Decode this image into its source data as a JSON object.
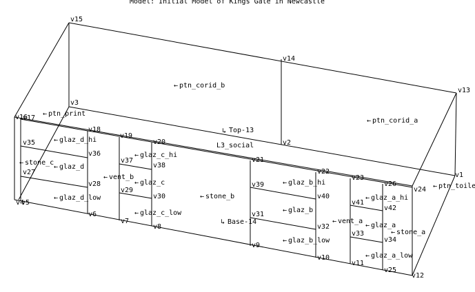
{
  "title": "Model: Initial Model of Kings Gate in Newcastle",
  "vertices": [
    "v1",
    "v2",
    "v3",
    "v4",
    "v5",
    "v6",
    "v7",
    "v8",
    "v9",
    "v10",
    "v11",
    "v12",
    "v13",
    "v14",
    "v15",
    "v16",
    "v17",
    "v18",
    "v19",
    "v20",
    "v21",
    "v22",
    "v23",
    "v24",
    "v25",
    "v26",
    "v27",
    "v28",
    "v29",
    "v30",
    "v31",
    "v32",
    "v33",
    "v34",
    "v35",
    "v36",
    "v37",
    "v38",
    "v39",
    "v40",
    "v41",
    "v42"
  ],
  "zones": [
    "Top-13",
    "L3_social",
    "Base-14"
  ],
  "surfaces": [
    "ptn_corid_b",
    "ptn_print",
    "ptn_corid_a",
    "ptn_toile",
    "glaz_d_hi",
    "stone_c",
    "glaz_d",
    "vent_b",
    "glaz_d_low",
    "glaz_c_hi",
    "glaz_c",
    "glaz_c_low",
    "stone_b",
    "glaz_b_hi",
    "glaz_b",
    "glaz_b_low",
    "vent_a",
    "glaz_a_hi",
    "glaz_a",
    "glaz_a_low",
    "stone_a"
  ]
}
